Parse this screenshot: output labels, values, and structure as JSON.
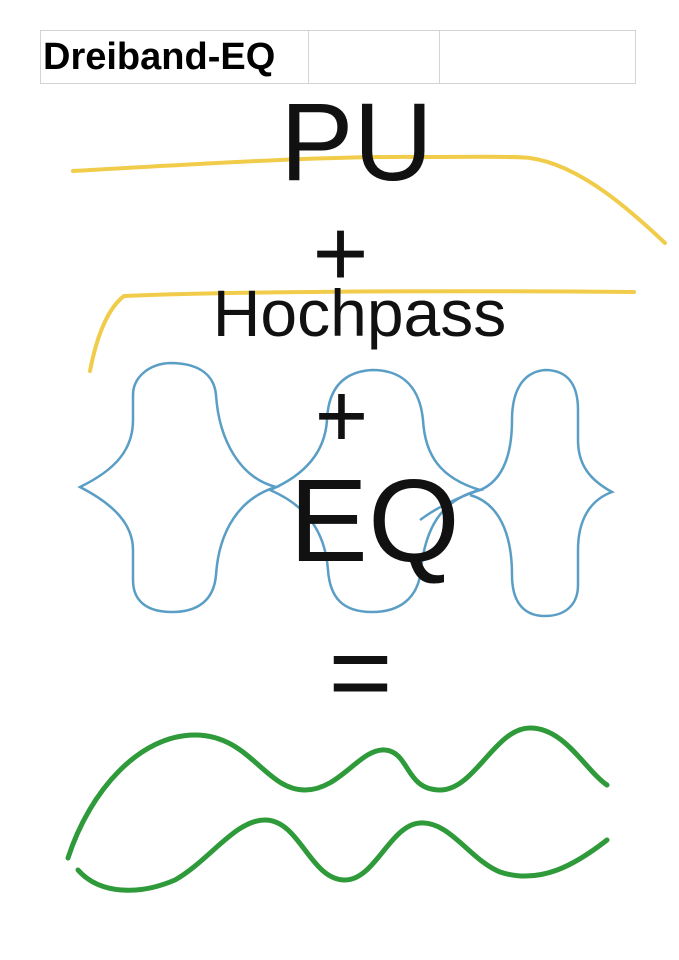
{
  "header": {
    "title": "Dreiband-EQ",
    "empty_cells": [
      "",
      ""
    ]
  },
  "diagram": {
    "lines": [
      "PU",
      "+",
      "Hochpass",
      "+",
      "EQ",
      "="
    ]
  },
  "colors": {
    "yellow": "#f0cc4a",
    "blue": "#5a9ec6",
    "green": "#2e9a3a",
    "text": "#111111"
  }
}
